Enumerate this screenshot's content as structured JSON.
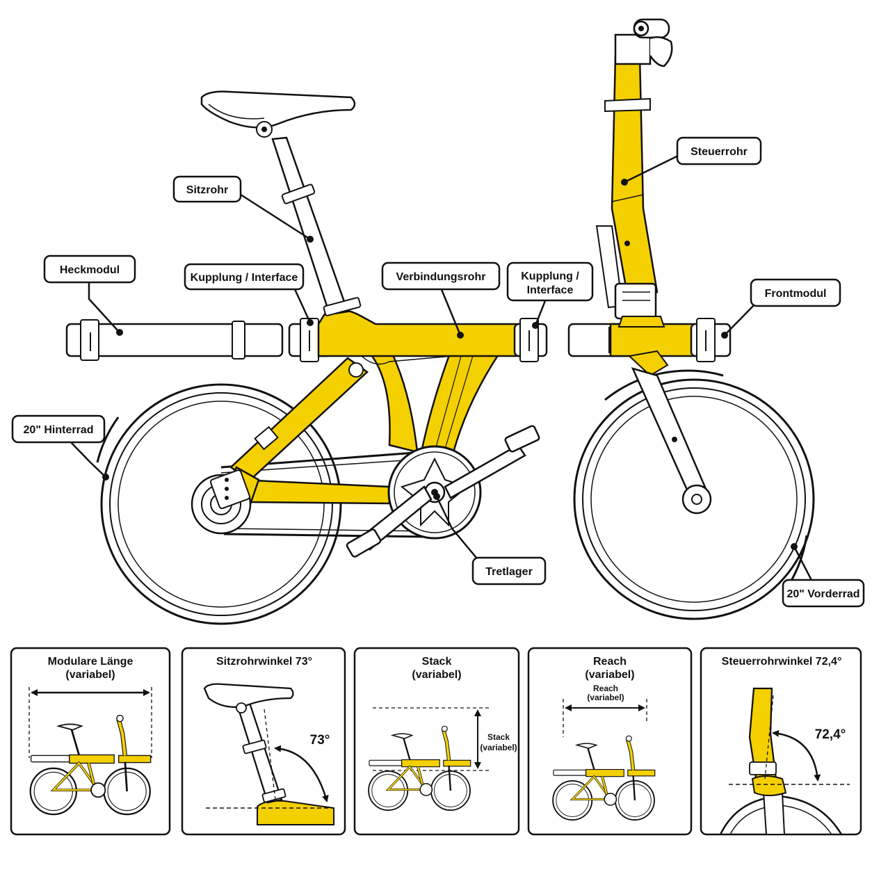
{
  "colors": {
    "frame": "#F5D000",
    "outline": "#111111",
    "part": "#FFFFFF",
    "shadow": "#E8E8E8"
  },
  "labels": {
    "sitzrohr": "Sitzrohr",
    "steuerrohr": "Steuerrohr",
    "heckmodul": "Heckmodul",
    "kupplung_left_1": "Kupplung / Interface",
    "verbindungsrohr": "Verbindungsrohr",
    "kupplung_right_1": "Kupplung /",
    "kupplung_right_2": "Interface",
    "frontmodul": "Frontmodul",
    "hinterrad": "20\" Hinterrad",
    "tretlager": "Tretlager",
    "vorderrad": "20\" Vorderrad"
  },
  "panels": [
    {
      "title_1": "Modulare Länge",
      "title_2": "(variabel)"
    },
    {
      "title_1": "Sitzrohrwinkel 73°",
      "title_2": "",
      "angle": "73°"
    },
    {
      "title_1": "Stack",
      "title_2": "(variabel)",
      "dim_1": "Stack",
      "dim_2": "(variabel)"
    },
    {
      "title_1": "Reach",
      "title_2": "(variabel)",
      "dim_1": "Reach",
      "dim_2": "(variabel)"
    },
    {
      "title_1": "Steuerrohrwinkel 72,4°",
      "title_2": "",
      "angle": "72,4°"
    }
  ]
}
